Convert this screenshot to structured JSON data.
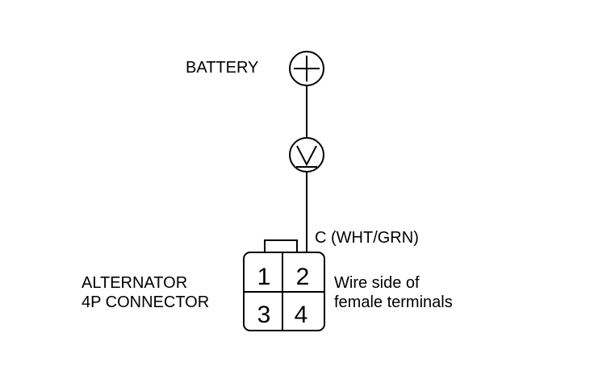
{
  "labels": {
    "battery": "BATTERY",
    "wire": "C (WHT/GRN)",
    "connector_line1": "ALTERNATOR",
    "connector_line2": "4P CONNECTOR",
    "side_line1": "Wire side of",
    "side_line2": "female terminals"
  },
  "connector": {
    "pins": [
      "1",
      "2",
      "3",
      "4"
    ]
  },
  "symbols": {
    "battery_terminal": "plus-icon",
    "meter": "voltmeter-icon"
  },
  "colors": {
    "line": "#000000",
    "background": "#ffffff"
  }
}
